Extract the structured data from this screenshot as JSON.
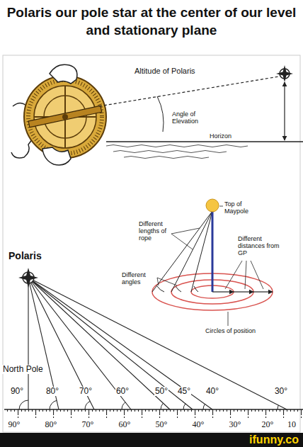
{
  "diagram": {
    "title": "Polaris our pole star at the center of our level and stationary plane",
    "labels": [
      "Altitude of Polaris",
      "Angle of Elevation",
      "Horizon",
      "Top of Maypole",
      "Different lengths of rope",
      "Different distances from GP",
      "Different angles",
      "Circles of position",
      "Polaris",
      "North Pole",
      "90°",
      "80°",
      "70°",
      "60°",
      "50°",
      "45°",
      "40°",
      "30°",
      "90°",
      "80°",
      "70°",
      "60°",
      "50°",
      "40°",
      "30°",
      "20°",
      "10",
      "ifunny.co"
    ]
  }
}
